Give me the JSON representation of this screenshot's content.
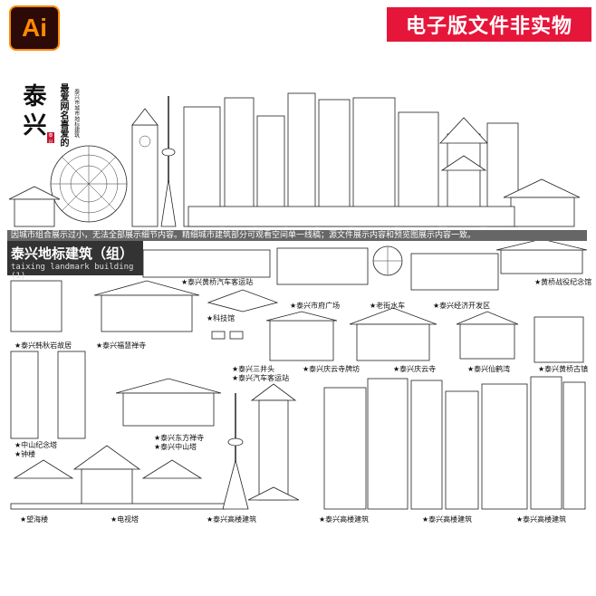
{
  "header": {
    "app_badge": "Ai",
    "banner": "电子版文件非实物"
  },
  "poster": {
    "city_title": "泰兴",
    "slogan": "最爱网名喜爱的",
    "subtext": "泰兴市城市地标建筑",
    "seal": "泰兴",
    "notice": "因城市组合展示过小，无法全部展示细节内容。精细城市建筑部分可观看空间单一线稿；源文件展示内容和预览图展示内容一致。"
  },
  "panel": {
    "title": "泰兴地标建筑（组）",
    "subtitle": "taixing landmark building (1)"
  },
  "labels": [
    "★泰兴黄桥汽车客运站",
    "★黄桥战役纪念馆",
    "★科技馆",
    "★泰兴市府广场",
    "★老街水车",
    "★泰兴经济开发区",
    "★泰兴韩秋岩故居",
    "★泰兴福慧禅寺",
    "★泰兴三井头",
    "★泰兴汽车客运站",
    "★泰兴庆云寺牌坊",
    "★泰兴庆云寺",
    "★泰兴仙鹤湾",
    "★泰兴黄桥古镇",
    "★中山纪念塔",
    "★钟楼",
    "★泰兴东方禅寺",
    "★泰兴中山塔",
    "★望海楼",
    "★电视塔",
    "★泰兴高楼建筑",
    "★泰兴高楼建筑",
    "★泰兴高楼建筑",
    "★泰兴高楼建筑"
  ]
}
